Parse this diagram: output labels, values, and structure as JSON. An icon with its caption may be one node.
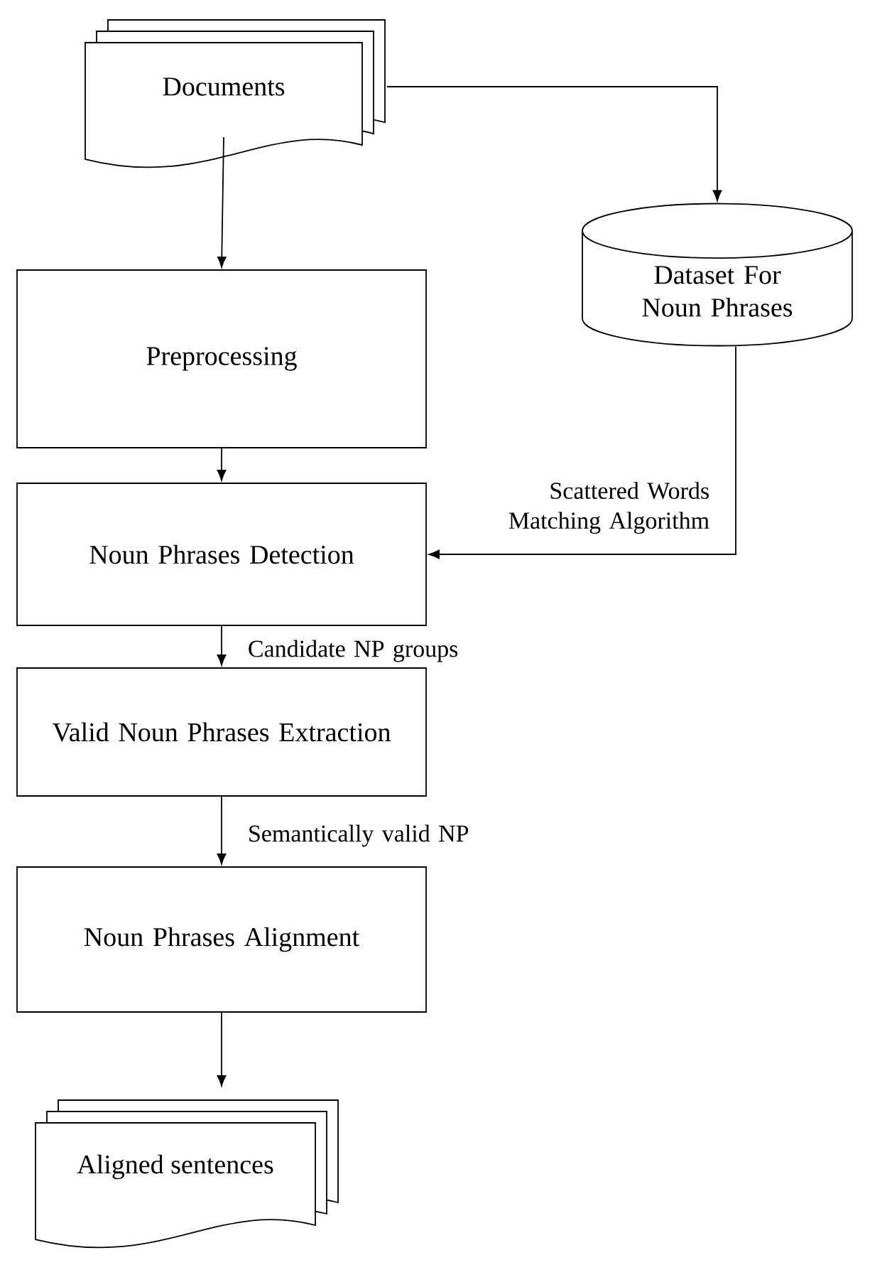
{
  "diagram": {
    "nodes": [
      {
        "text": [
          "Documents"
        ]
      },
      {
        "text": [
          "Dataset For Noun Phrases"
        ]
      },
      {
        "text": [
          "Preprocessing"
        ]
      },
      {
        "text": [
          "Noun Phrases Detection"
        ]
      },
      {
        "text": [
          "Valid Noun Phrases Extraction"
        ]
      },
      {
        "text": [
          "Noun Phrases Alignment"
        ]
      },
      {
        "text": [
          "Aligned sentences"
        ]
      }
    ],
    "edges": [
      {
        "from": 0,
        "to": 2,
        "arrow": "to"
      },
      {
        "from": 0,
        "to": 1,
        "arrow": "to"
      },
      {
        "from": 2,
        "to": 3,
        "arrow": "to"
      },
      {
        "from": 1,
        "to": 3,
        "arrow": "to",
        "label": "Scattered Words Matching Algorithm"
      },
      {
        "from": 3,
        "to": 4,
        "arrow": "to",
        "label": "Candidate NP groups"
      },
      {
        "from": 4,
        "to": 5,
        "arrow": "to",
        "label": "Semantically valid NP"
      },
      {
        "from": 5,
        "to": 6,
        "arrow": "to"
      }
    ]
  }
}
